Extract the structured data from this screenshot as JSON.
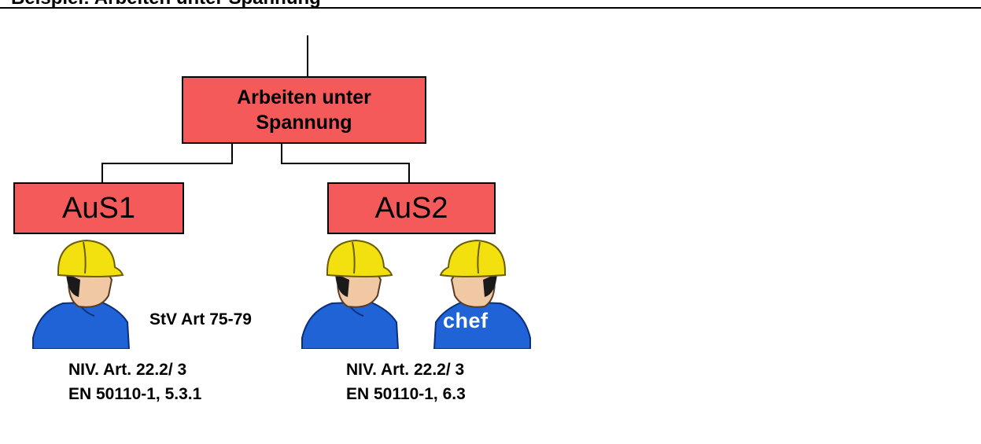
{
  "header": {
    "title": "Beispiel: Arbeiten unter Spannung"
  },
  "diagram": {
    "root": {
      "line1": "Arbeiten unter",
      "line2": "Spannung"
    },
    "aus1": "AuS1",
    "aus2": "AuS2",
    "stv_note": "StV Art 75-79",
    "left_refs": {
      "niv": "NIV. Art. 22.2/ 3",
      "en": "EN 50110-1, 5.3.1"
    },
    "right_refs": {
      "niv": "NIV. Art. 22.2/ 3",
      "en": "EN 50110-1, 6.3"
    },
    "chef_label": "chef"
  },
  "colors": {
    "box_fill": "#f45a5a",
    "helmet": "#f2e10f",
    "shirt": "#1f63d6",
    "skin": "#f1c8a4"
  },
  "icons": [
    "worker-icon",
    "worker-icon",
    "worker-chef-icon"
  ]
}
